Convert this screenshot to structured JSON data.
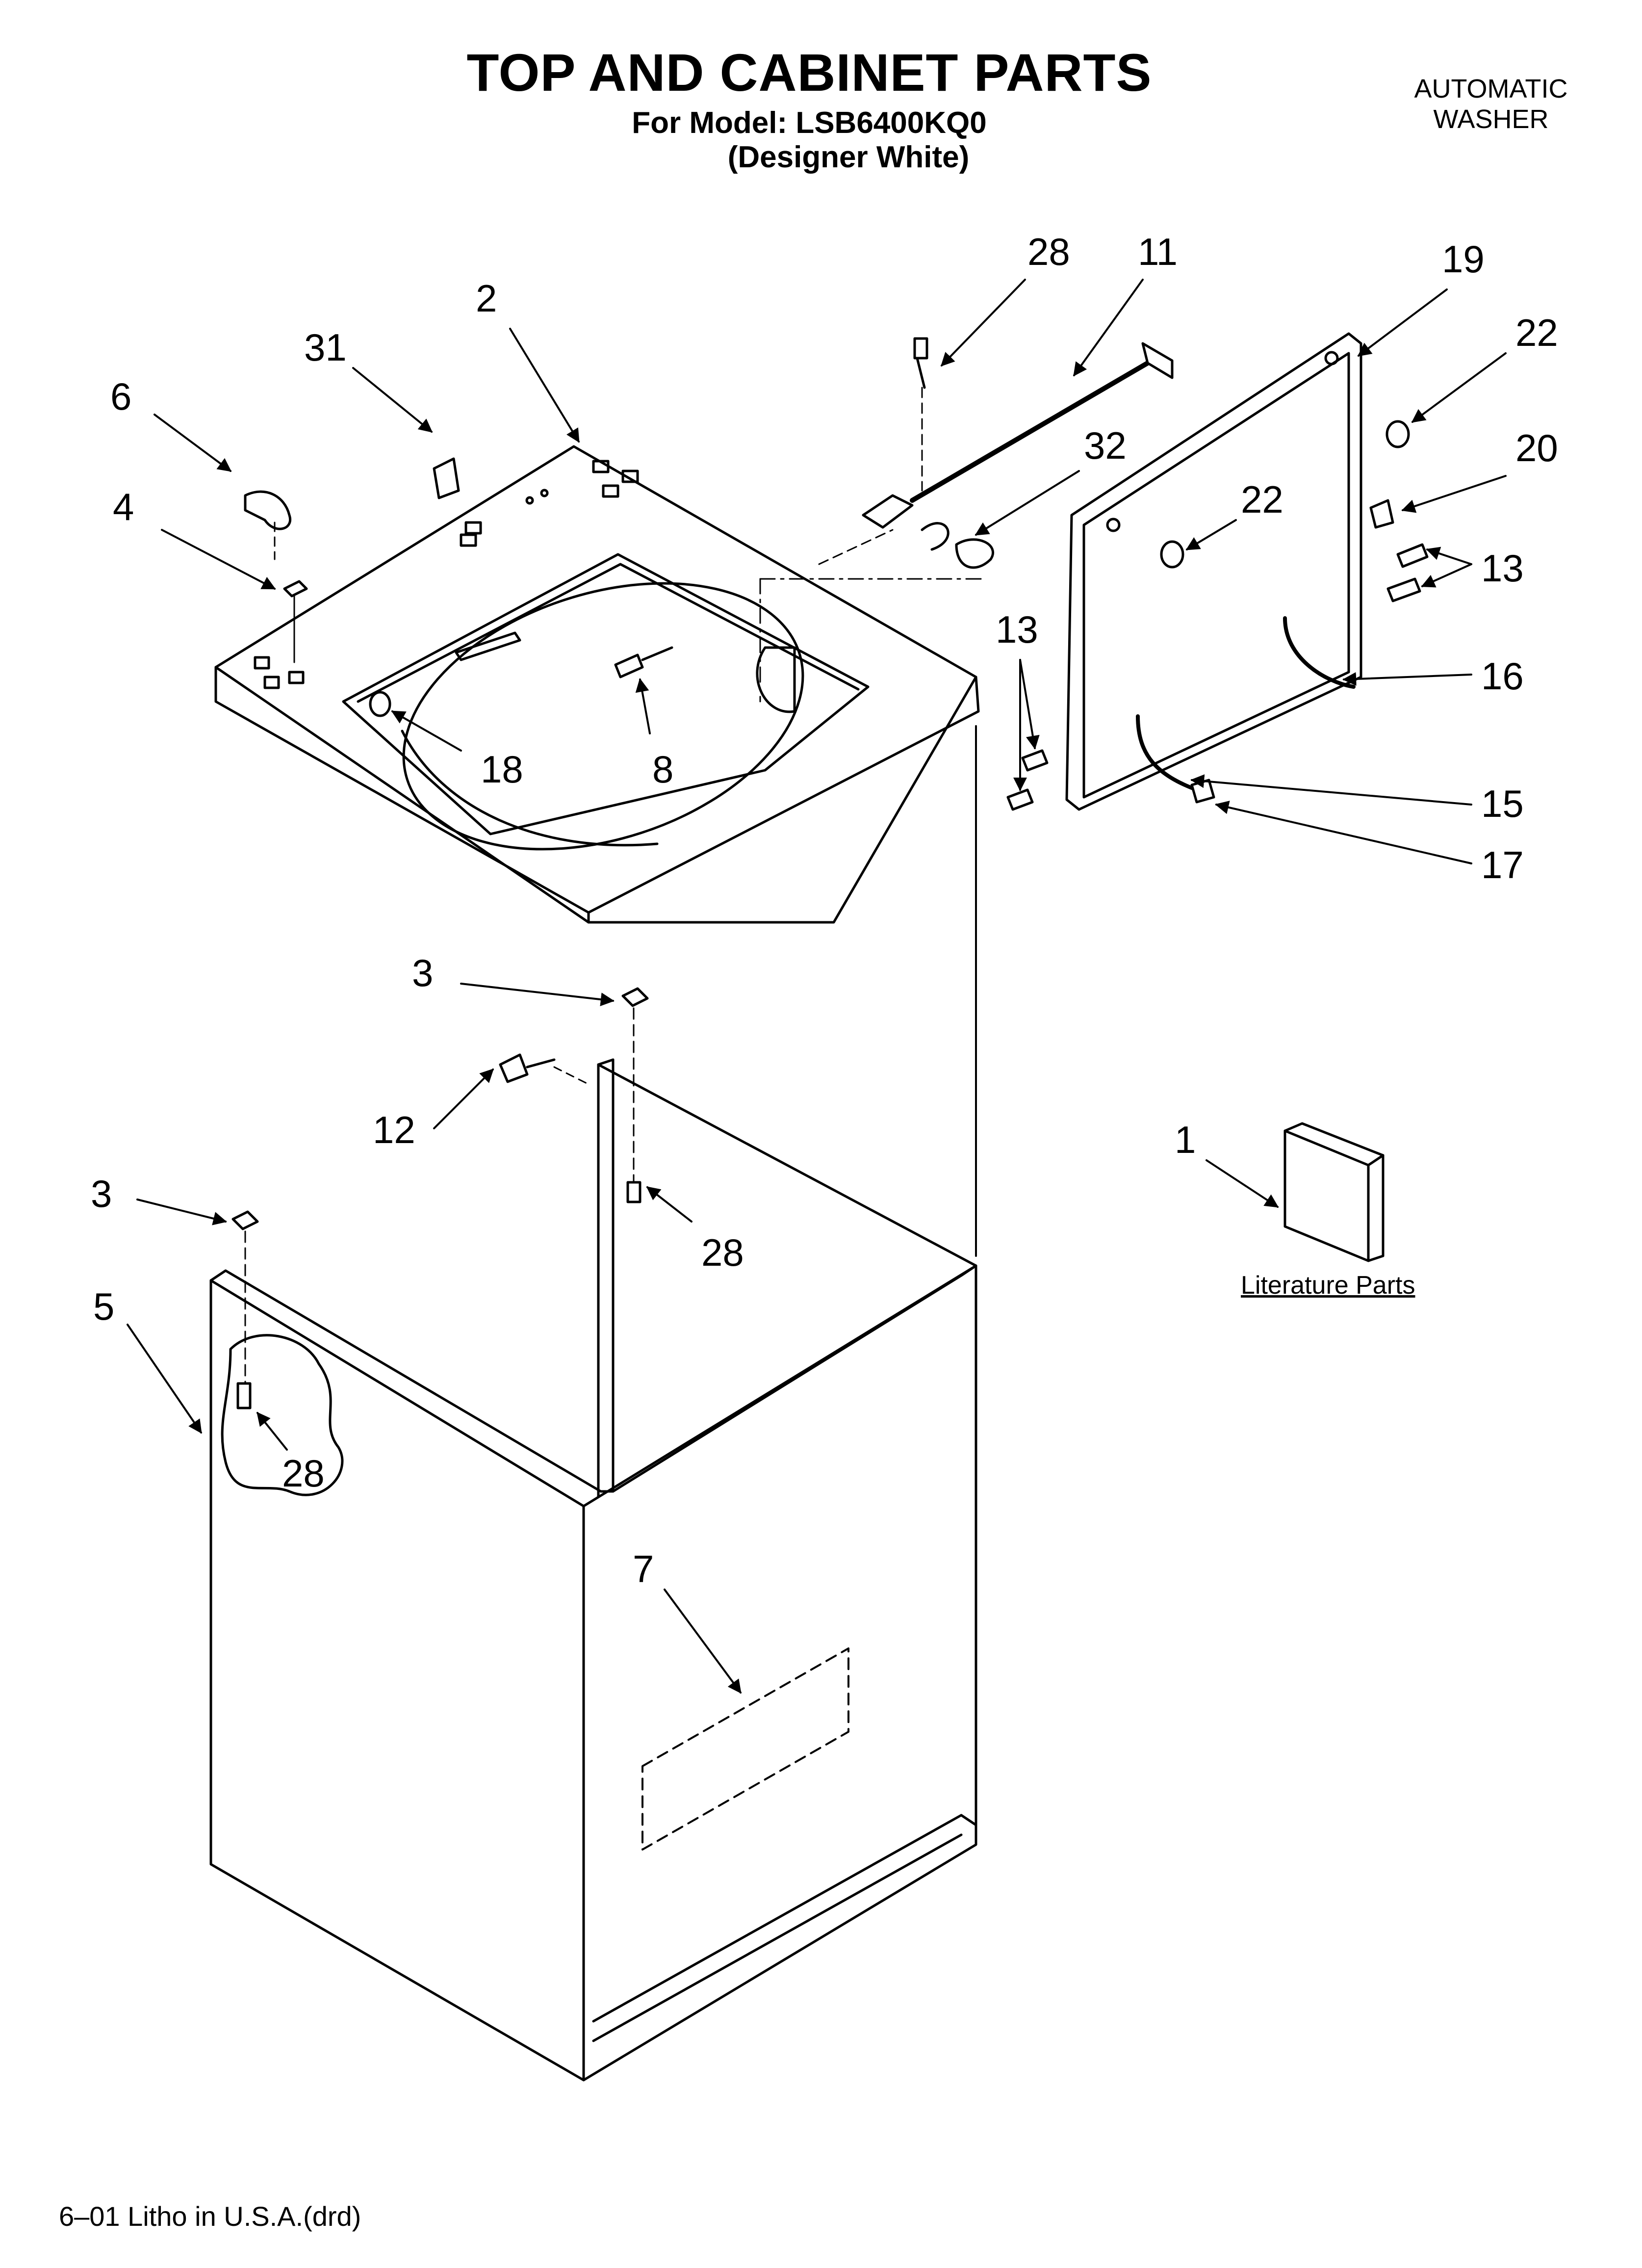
{
  "header": {
    "title": "TOP AND CABINET PARTS",
    "model_line": "For Model: LSB6400KQ0",
    "variant_line": "(Designer White)",
    "appliance_line1": "AUTOMATIC",
    "appliance_line2": "WASHER"
  },
  "callouts": [
    {
      "id": "c-28a",
      "number": "28"
    },
    {
      "id": "c-11",
      "number": "11"
    },
    {
      "id": "c-19",
      "number": "19"
    },
    {
      "id": "c-2",
      "number": "2"
    },
    {
      "id": "c-31",
      "number": "31"
    },
    {
      "id": "c-6",
      "number": "6"
    },
    {
      "id": "c-4",
      "number": "4"
    },
    {
      "id": "c-32",
      "number": "32"
    },
    {
      "id": "c-22a",
      "number": "22"
    },
    {
      "id": "c-20",
      "number": "20"
    },
    {
      "id": "c-22b",
      "number": "22"
    },
    {
      "id": "c-13a",
      "number": "13"
    },
    {
      "id": "c-13b",
      "number": "13"
    },
    {
      "id": "c-16",
      "number": "16"
    },
    {
      "id": "c-15",
      "number": "15"
    },
    {
      "id": "c-17",
      "number": "17"
    },
    {
      "id": "c-18",
      "number": "18"
    },
    {
      "id": "c-8",
      "number": "8"
    },
    {
      "id": "c-3a",
      "number": "3"
    },
    {
      "id": "c-12",
      "number": "12"
    },
    {
      "id": "c-28b",
      "number": "28"
    },
    {
      "id": "c-1",
      "number": "1"
    },
    {
      "id": "c-3b",
      "number": "3"
    },
    {
      "id": "c-5",
      "number": "5"
    },
    {
      "id": "c-28c",
      "number": "28"
    },
    {
      "id": "c-7",
      "number": "7"
    }
  ],
  "literature_label": "Literature Parts",
  "footer": "6–01 Litho in U.S.A.(drd)"
}
